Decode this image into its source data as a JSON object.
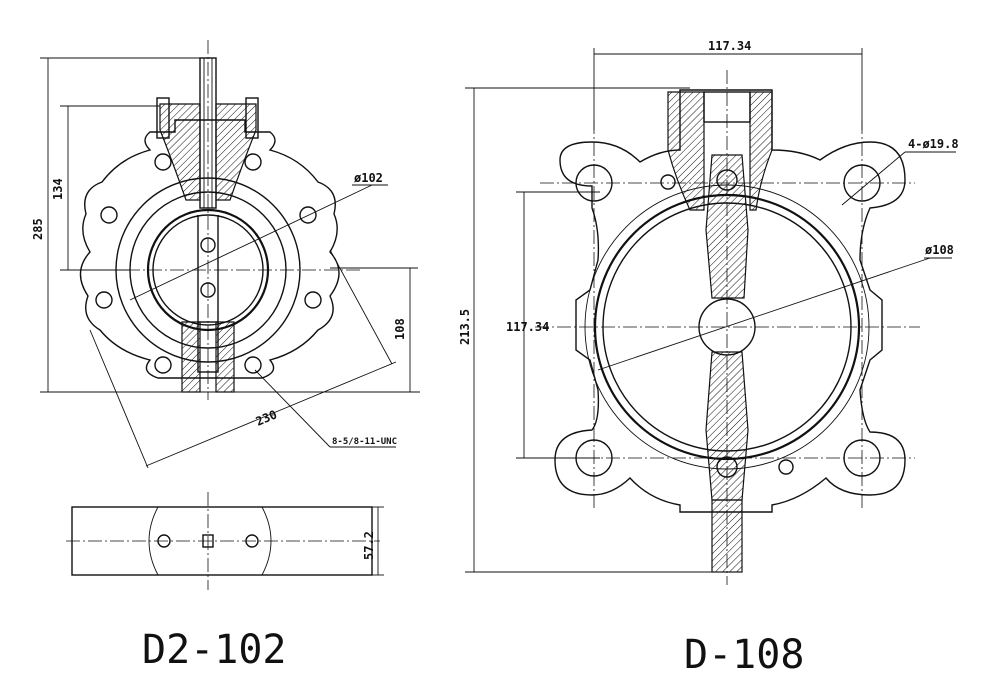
{
  "left_drawing": {
    "model_label": "D2-102",
    "dims": {
      "overall_height": "285",
      "upper_height": "134",
      "bore_dia": "ø102",
      "lower_height": "108",
      "diagonal": "230",
      "bolt_spec": "8-5/8-11-UNC",
      "body_width": "57.2"
    }
  },
  "right_drawing": {
    "model_label": "D-108",
    "dims": {
      "top_width": "117.34",
      "hole_spec": "4-ø19.8",
      "bore_dia": "ø108",
      "bolt_spacing": "117.34",
      "overall_height": "213.5"
    }
  }
}
